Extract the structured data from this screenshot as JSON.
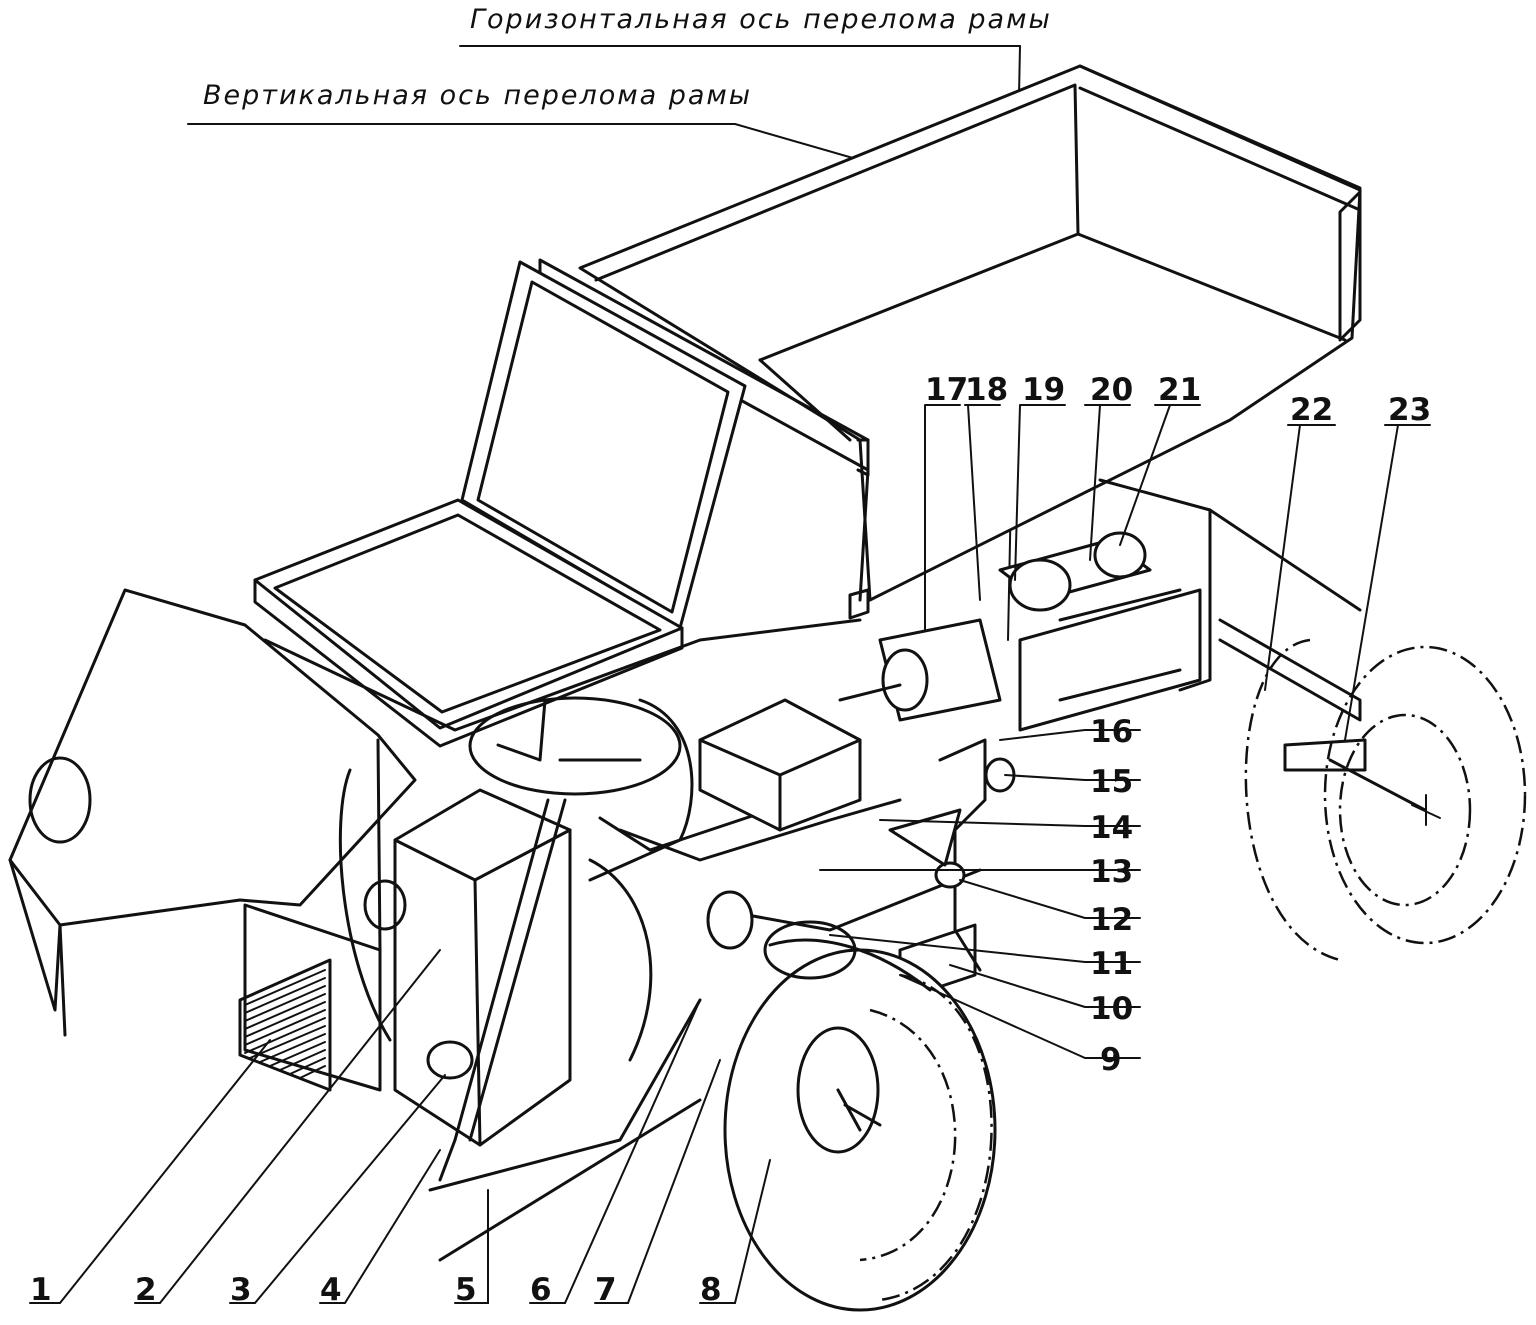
{
  "axis_labels": {
    "horizontal": "Горизонтальная ось перелома рамы",
    "vertical": "Вертикальная ось перелома рамы"
  },
  "callouts": [
    "1",
    "2",
    "3",
    "4",
    "5",
    "6",
    "7",
    "8",
    "9",
    "10",
    "11",
    "12",
    "13",
    "14",
    "15",
    "16",
    "17",
    "18",
    "19",
    "20",
    "21",
    "22",
    "23"
  ]
}
